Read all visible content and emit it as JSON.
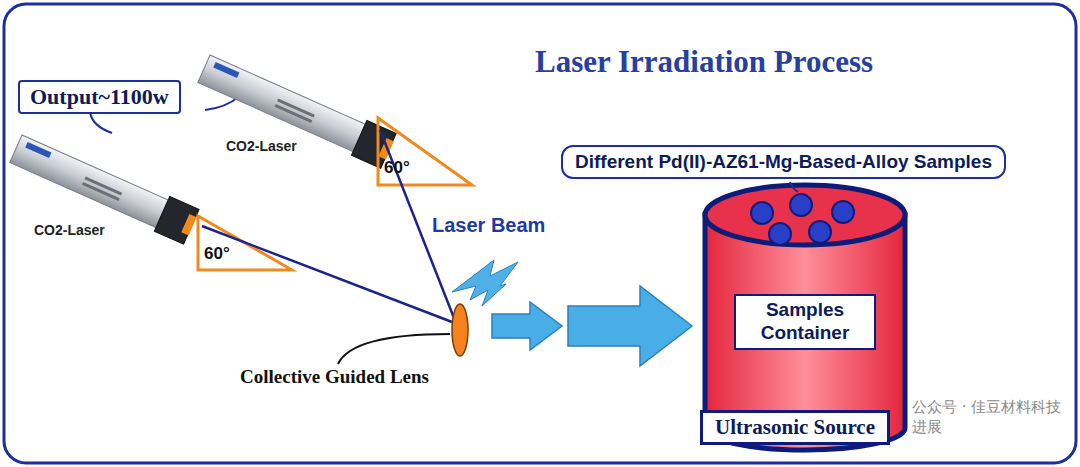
{
  "diagram": {
    "title": "Laser Irradiation Process",
    "nodes": [
      {
        "text": [
          "Output~1100w"
        ]
      },
      {
        "text": [
          "Different Pd(II)-AZ61-Mg-Based-Alloy Samples"
        ]
      },
      {
        "text": [
          "Samples Container"
        ]
      },
      {
        "text": [
          "Ultrasonic Source"
        ]
      }
    ],
    "labels": [
      "CO2-Laser",
      "CO2-Laser",
      "60°",
      "60°",
      "Laser Beam",
      "Collective Guided Lens",
      "公众号 · 佳豆材料科技进展"
    ]
  }
}
